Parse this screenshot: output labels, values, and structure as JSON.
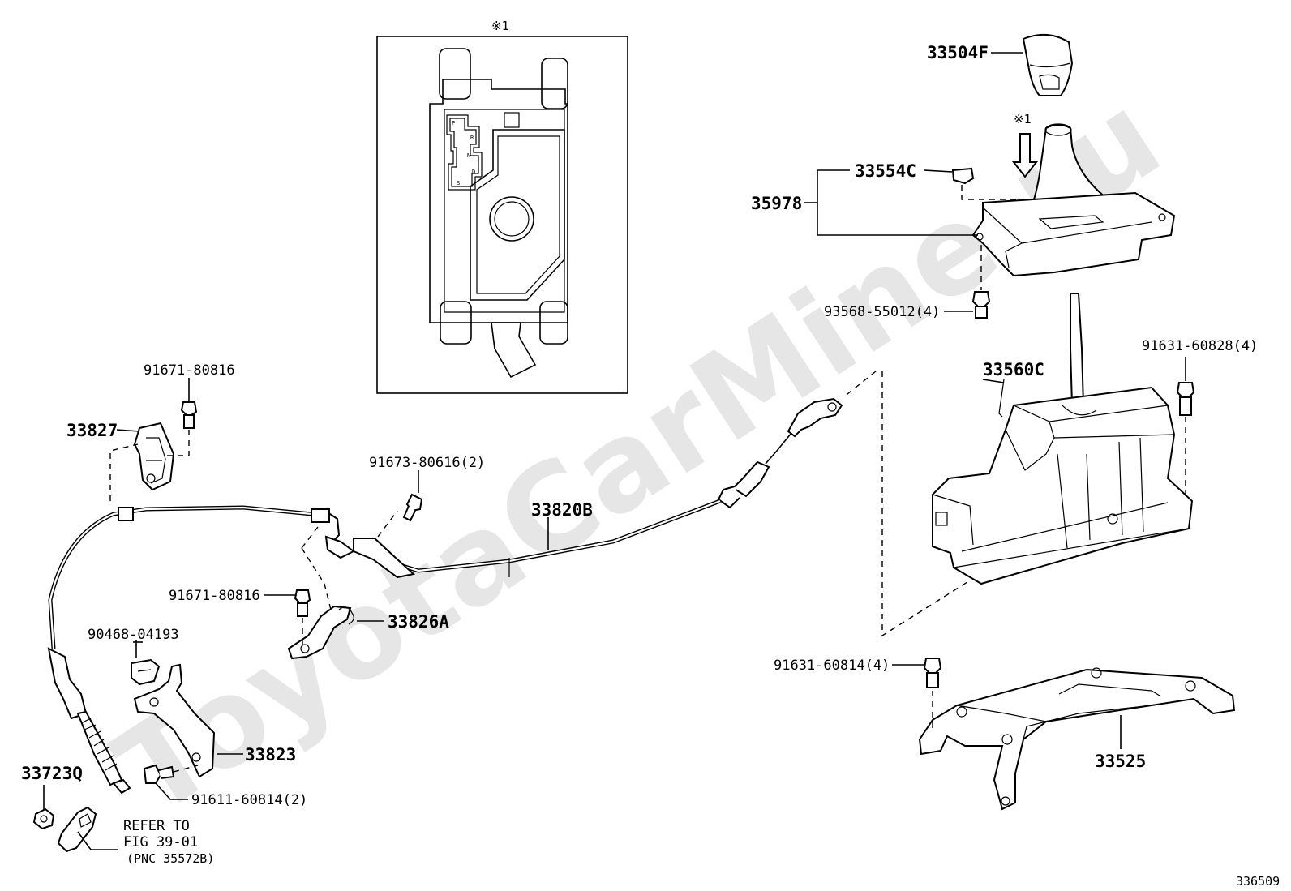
{
  "watermark": "ToyotaCarMine.ru",
  "figure_id": "336509",
  "inset": {
    "note": "※1",
    "shift_letters": [
      "P",
      "R",
      "N",
      "D",
      "S"
    ]
  },
  "arrow_note": "※1",
  "labels": {
    "p33504F": "33504F",
    "p33554C": "33554C",
    "p35978": "35978",
    "p93568": "93568-55012(4)",
    "p33560C": "33560C",
    "p91631_60828": "91631-60828(4)",
    "p91671_top": "91671-80816",
    "p33827": "33827",
    "p91673": "91673-80616(2)",
    "p33820B": "33820B",
    "p91671_mid": "91671-80816",
    "p33826A": "33826A",
    "p90468": "90468-04193",
    "p33823": "33823",
    "p33723Q": "33723Q",
    "p91611": "91611-60814(2)",
    "refer_line1": "REFER TO",
    "refer_line2": "FIG 39-01",
    "refer_line3": "(PNC 35572B)",
    "p91631_60814": "91631-60814(4)",
    "p33525": "33525"
  }
}
